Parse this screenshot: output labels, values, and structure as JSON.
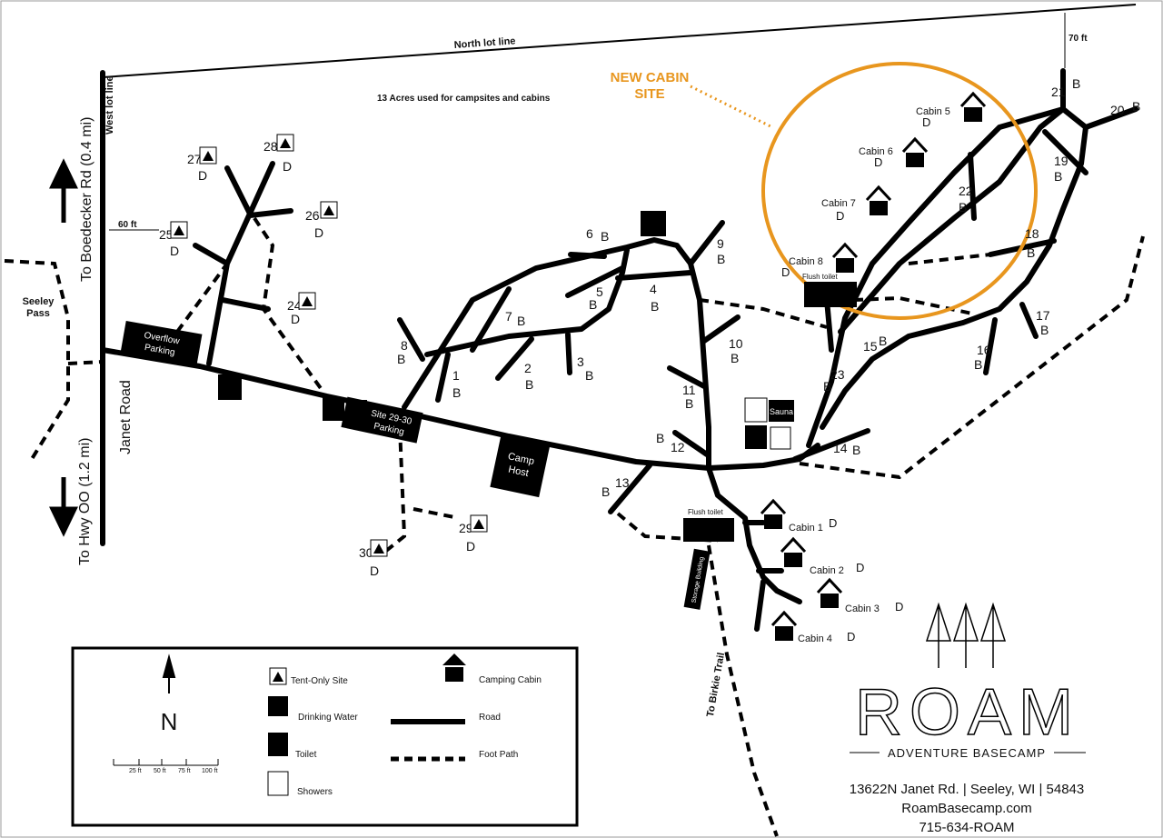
{
  "title_labels": {
    "north_lot_line": "North lot line",
    "west_lot_line": "West lot line",
    "acres": "13 Acres used for campsites and cabins",
    "dist_70": "70 ft",
    "dist_60": "60 ft",
    "new_cabin_site": "NEW CABIN",
    "new_cabin_site2": "SITE",
    "to_boedecker": "To Boedecker Rd (0.4 mi)",
    "to_hwy": "To Hwy OO (1.2 mi)",
    "janet_road": "Janet Road",
    "seeley_pass": "Seeley",
    "seeley_pass2": "Pass",
    "to_birkie": "To Birkie Trail",
    "flush_toilet_1": "Flush toilet",
    "flush_toilet_2": "Flush toilet",
    "sauna": "Sauna"
  },
  "buildings": {
    "overflow": "Overflow",
    "overflow2": "Parking",
    "site_parking": "Site 29-30",
    "site_parking2": "Parking",
    "camp_host": "Camp",
    "camp_host2": "Host",
    "storage": "Storage Building"
  },
  "sites": [
    {
      "n": "1",
      "t": "B"
    },
    {
      "n": "2",
      "t": "B"
    },
    {
      "n": "3",
      "t": "B"
    },
    {
      "n": "4",
      "t": "B"
    },
    {
      "n": "5",
      "t": "B"
    },
    {
      "n": "6",
      "t": "B"
    },
    {
      "n": "7",
      "t": "B"
    },
    {
      "n": "8",
      "t": "B"
    },
    {
      "n": "9",
      "t": "B"
    },
    {
      "n": "10",
      "t": "B"
    },
    {
      "n": "11",
      "t": "B"
    },
    {
      "n": "12",
      "t": "B"
    },
    {
      "n": "13",
      "t": "B"
    },
    {
      "n": "14",
      "t": "B"
    },
    {
      "n": "15",
      "t": "B"
    },
    {
      "n": "16",
      "t": "B"
    },
    {
      "n": "17",
      "t": "B"
    },
    {
      "n": "18",
      "t": "B"
    },
    {
      "n": "19",
      "t": "B"
    },
    {
      "n": "20",
      "t": "B"
    },
    {
      "n": "21",
      "t": "B"
    },
    {
      "n": "22",
      "t": "B"
    },
    {
      "n": "23",
      "t": "B"
    }
  ],
  "tent_sites": [
    {
      "n": "24",
      "t": "D"
    },
    {
      "n": "25",
      "t": "D"
    },
    {
      "n": "26",
      "t": "D"
    },
    {
      "n": "27",
      "t": "D"
    },
    {
      "n": "28",
      "t": "D"
    },
    {
      "n": "29",
      "t": "D"
    },
    {
      "n": "30",
      "t": "D"
    }
  ],
  "cabins": [
    {
      "n": "Cabin 1",
      "t": "D"
    },
    {
      "n": "Cabin 2",
      "t": "D"
    },
    {
      "n": "Cabin 3",
      "t": "D"
    },
    {
      "n": "Cabin 4",
      "t": "D"
    },
    {
      "n": "Cabin 5",
      "t": "D"
    },
    {
      "n": "Cabin 6",
      "t": "D"
    },
    {
      "n": "Cabin 7",
      "t": "D"
    },
    {
      "n": "Cabin 8",
      "t": "D"
    }
  ],
  "legend": {
    "north": "N",
    "scale": [
      "25 ft",
      "50 ft",
      "75 ft",
      "100 ft"
    ],
    "tent": "Tent-Only Site",
    "water": "Drinking Water",
    "toilet": "Toilet",
    "showers": "Showers",
    "cabin": "Camping Cabin",
    "road": "Road",
    "foot_path": "Foot Path"
  },
  "brand": {
    "name": "ROAM",
    "tagline": "ADVENTURE BASECAMP",
    "address": "13622N Janet Rd. | Seeley, WI | 54843",
    "website": "RoamBasecamp.com",
    "phone": "715-634-ROAM"
  },
  "colors": {
    "highlight": "#E8961E",
    "ink": "#000000"
  }
}
